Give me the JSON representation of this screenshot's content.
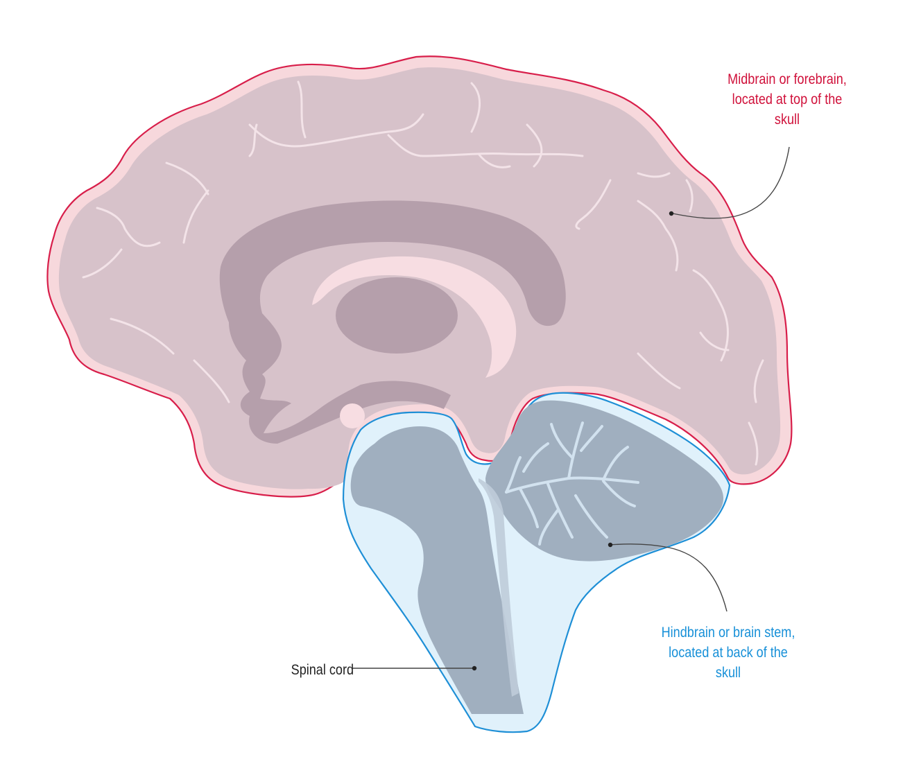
{
  "labels": {
    "forebrain": {
      "lines": [
        "Midbrain or forebrain,",
        "located at top of the",
        "skull"
      ]
    },
    "hindbrain": {
      "lines": [
        "Hindbrain or brain stem,",
        "located at back of the",
        "skull"
      ]
    },
    "spinal_cord": {
      "text": "Spinal cord"
    }
  },
  "colors": {
    "forebrain_outline": "#d81e4a",
    "forebrain_label": "#d0103a",
    "forebrain_halo": "#f7d8dc",
    "forebrain_fill": "#d7c2ca",
    "inner_structures": "#b59fab",
    "corpus_highlight": "#f7dde2",
    "hindbrain_outline": "#1e8fd6",
    "hindbrain_label": "#1790d8",
    "hindbrain_halo": "#e0f1fb",
    "hindbrain_fill": "#a0afbf",
    "branch_lines": "#d2e2ef",
    "leader_line": "#444444",
    "spinal_label": "#222222"
  }
}
